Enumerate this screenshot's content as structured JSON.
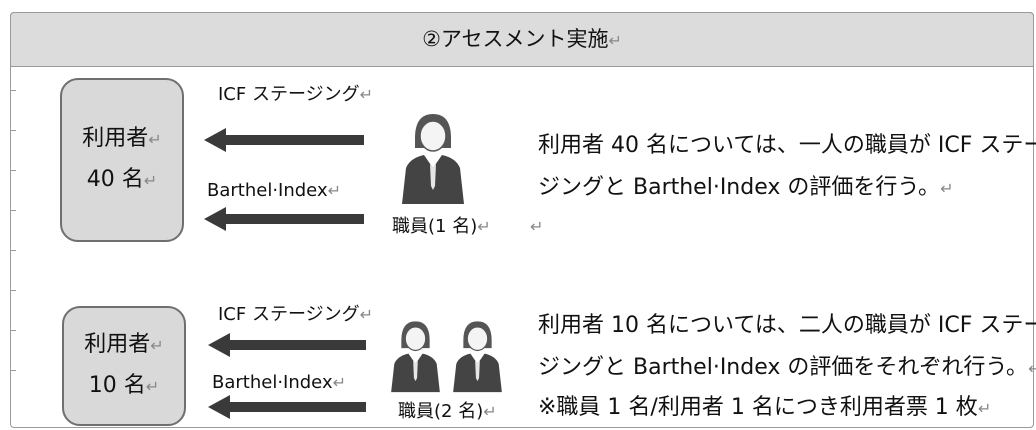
{
  "header": {
    "title": "②アセスメント実施",
    "mark": "↵"
  },
  "row1": {
    "box": {
      "line1": "利用者",
      "line2": "40 名",
      "mark": "↵"
    },
    "arrow_top_label": "ICF ステージング",
    "arrow_bottom_label": "Barthel·Index",
    "staff_label": "職員(1 名)",
    "desc_line1": "利用者 40 名については、一人の職員が ICF ステー",
    "desc_line2": "ジングと Barthel·Index の評価を行う。",
    "desc_line3": "",
    "mark": "↵"
  },
  "row2": {
    "box": {
      "line1": "利用者",
      "line2": "10 名",
      "mark": "↵"
    },
    "arrow_top_label": "ICF ステージング",
    "arrow_bottom_label": "Barthel·Index",
    "staff_label": "職員(2 名)",
    "desc_line1": "利用者 10 名については、二人の職員が ICF ステー",
    "desc_line2": "ジングと Barthel·Index の評価をそれぞれ行う。",
    "desc_line3": "※職員 1 名/利用者 1 名につき利用者票 1 枚",
    "mark": "↵"
  },
  "icons": {
    "person": "person-icon",
    "arrow": "left-arrow"
  }
}
